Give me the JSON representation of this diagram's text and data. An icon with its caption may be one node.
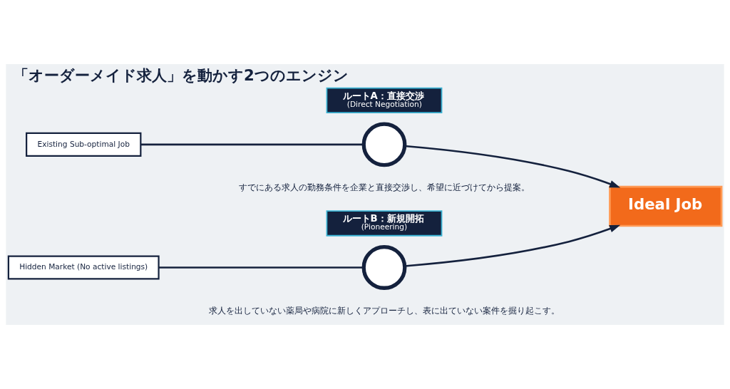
{
  "diagram": {
    "title": "「オーダーメイド求人」を動かす2つのエンジン",
    "nodes": [
      {
        "text": [
          "ルートA：直接交渉",
          "(Direct Negotiation)"
        ]
      },
      {
        "text": [
          "Existing Sub-optimal Job"
        ]
      },
      {
        "text": [],
        "shape": "circle",
        "beside": [
          "すでにある求人の勤務条件を企業と直接交渉し、希望に近づけてから提案。"
        ]
      },
      {
        "text": [
          "Ideal Job"
        ]
      },
      {
        "text": [
          "ルートB：新規開拓",
          "(Pioneering)"
        ]
      },
      {
        "text": [
          "Hidden Market (No active listings)"
        ]
      },
      {
        "text": [],
        "shape": "circle",
        "beside": [
          "求人を出していない薬局や病院に新しくアプローチし、表に出ていない案件を掘り起こす。"
        ]
      }
    ],
    "edges": [
      {
        "from": 1,
        "to": 2,
        "arrow": "none"
      },
      {
        "from": 2,
        "to": 3,
        "arrow": "to"
      },
      {
        "from": 5,
        "to": 6,
        "arrow": "none"
      },
      {
        "from": 6,
        "to": 3,
        "arrow": "to"
      }
    ]
  }
}
